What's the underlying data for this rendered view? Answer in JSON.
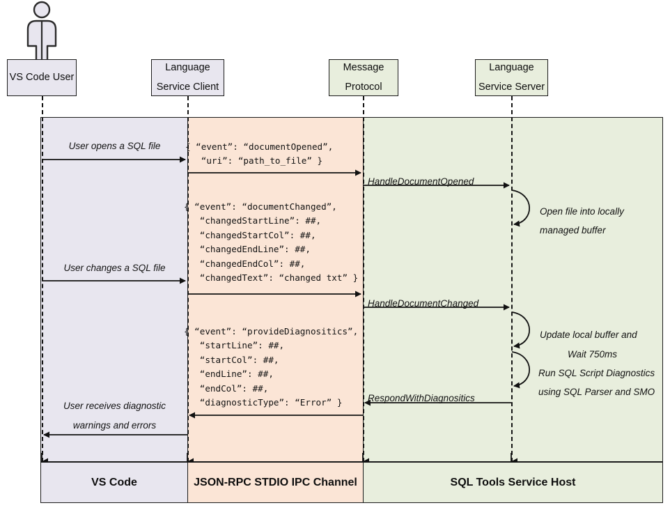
{
  "diagram": {
    "title": "VS Code SQL Tools language service sequence diagram",
    "colors": {
      "vscode_band": "#e8e6ef",
      "ipc_band": "#fbe5d6",
      "host_band": "#e8eedd",
      "stroke": "#1a1a1a"
    }
  },
  "actor": {
    "name": "actor-figure",
    "label": "VS Code User"
  },
  "lifelines": [
    {
      "id": "vscode-user",
      "line1": "VS Code User",
      "line2": "",
      "tint": "lav"
    },
    {
      "id": "language-service-client",
      "line1": "Language",
      "line2": "Service Client",
      "tint": "lav"
    },
    {
      "id": "message-protocol",
      "line1": "Message",
      "line2": "Protocol",
      "tint": "grn"
    },
    {
      "id": "language-service-server",
      "line1": "Language",
      "line2": "Service Server",
      "tint": "grn"
    }
  ],
  "messages": {
    "user_opens": "User opens a SQL file",
    "user_changes": "User changes a SQL file",
    "user_receives_line1": "User receives diagnostic",
    "user_receives_line2": "warnings and errors",
    "handle_document_opened": "HandleDocumentOpened",
    "handle_document_changed": "HandleDocumentChanged",
    "respond_with_diagnositics": "RespondWithDiagnositics"
  },
  "json_payloads": {
    "document_opened": "{ “event”: “documentOpened”,\n   “uri”: “path_to_file” }",
    "document_changed": "{ “event”: “documentChanged”,\n   “changedStartLine”: ##,\n   “changedStartCol”: ##,\n   “changedEndLine”: ##,\n   “changedEndCol”: ##,\n   “changedText”: “changed txt” }",
    "provide_diagnositics": "{ “event”: “provideDiagnositics”,\n   “startLine”: ##,\n   “startCol”: ##,\n   “endLine”: ##,\n   “endCol”: ##,\n   “diagnosticType”: “Error” }"
  },
  "self_notes": {
    "open_file_line1": "Open file into locally",
    "open_file_line2": "managed buffer",
    "update_buffer_line1": "Update local buffer and",
    "update_buffer_line2": "Wait 750ms",
    "run_diagnostics_line1": "Run SQL Script Diagnostics",
    "run_diagnostics_line2": "using SQL Parser and SMO"
  },
  "footer": {
    "vscode": "VS Code",
    "ipc": "JSON-RPC STDIO IPC Channel",
    "host": "SQL Tools Service Host"
  }
}
